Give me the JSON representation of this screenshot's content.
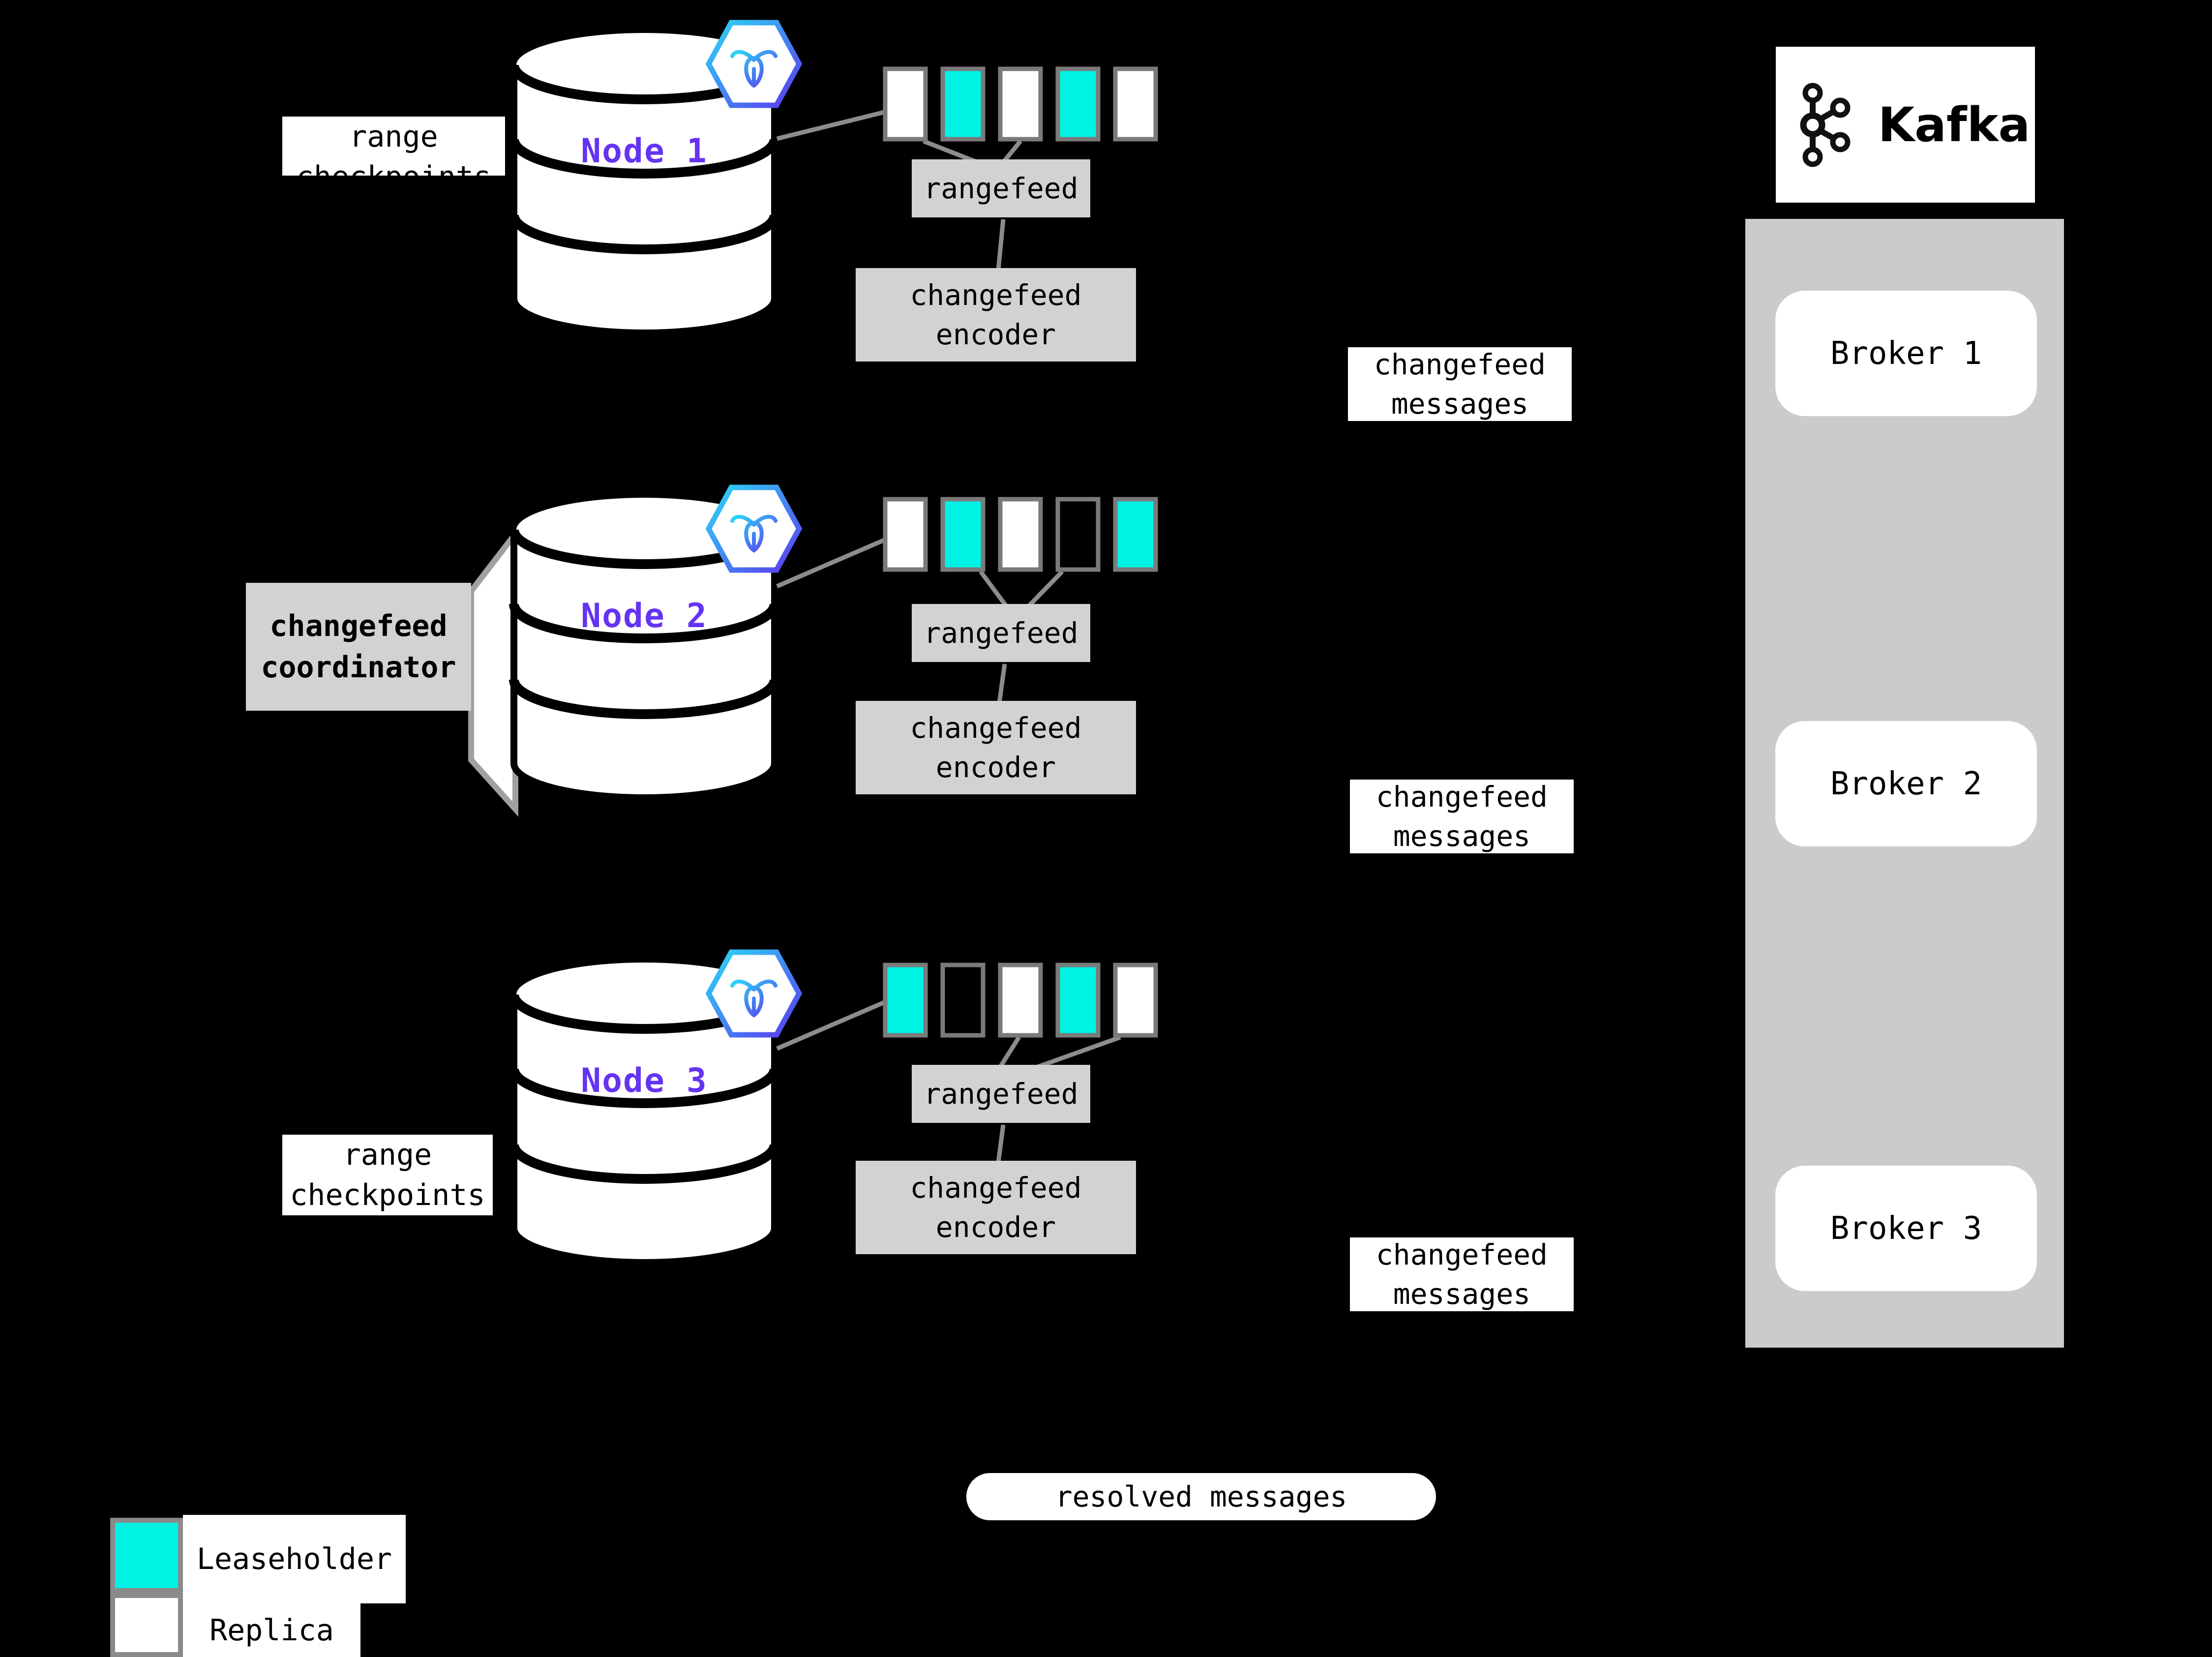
{
  "kafka": {
    "title": "Kafka",
    "brokers": [
      {
        "label": "Broker 1"
      },
      {
        "label": "Broker 2"
      },
      {
        "label": "Broker 3"
      }
    ]
  },
  "nodes": [
    {
      "label": "Node 1",
      "rangefeed": "rangefeed",
      "encoder": "changefeed encoder",
      "messages": "changefeed messages",
      "ranges": [
        "replica",
        "leaseholder",
        "replica",
        "leaseholder",
        "replica"
      ]
    },
    {
      "label": "Node 2",
      "rangefeed": "rangefeed",
      "encoder": "changefeed encoder",
      "messages": "changefeed messages",
      "ranges": [
        "replica",
        "leaseholder",
        "replica",
        "empty",
        "leaseholder"
      ]
    },
    {
      "label": "Node 3",
      "rangefeed": "rangefeed",
      "encoder": "changefeed encoder",
      "messages": "changefeed messages",
      "ranges": [
        "leaseholder",
        "empty",
        "replica",
        "leaseholder",
        "replica"
      ]
    }
  ],
  "annotations": {
    "range_checkpoints_top": "range checkpoints",
    "range_checkpoints_bottom": "range checkpoints",
    "coordinator": "changefeed coordinator",
    "resolved": "resolved messages"
  },
  "legend": {
    "items": [
      {
        "label": "Leaseholder",
        "key": "leaseholder"
      },
      {
        "label": "Replica",
        "key": "replica"
      }
    ]
  },
  "colors": {
    "leaseholder": "#00F2E4",
    "replica": "#FFFFFF",
    "empty": "none",
    "node_label": "#6533F2",
    "box_gray": "#D2D2D2",
    "container_gray": "#CBCBCB",
    "border_gray": "#7A7A7A",
    "line_gray": "#8C8C8C",
    "background": "#000000",
    "hex_gradient_start": "#2BD9F5",
    "hex_gradient_end": "#5B38F0"
  }
}
